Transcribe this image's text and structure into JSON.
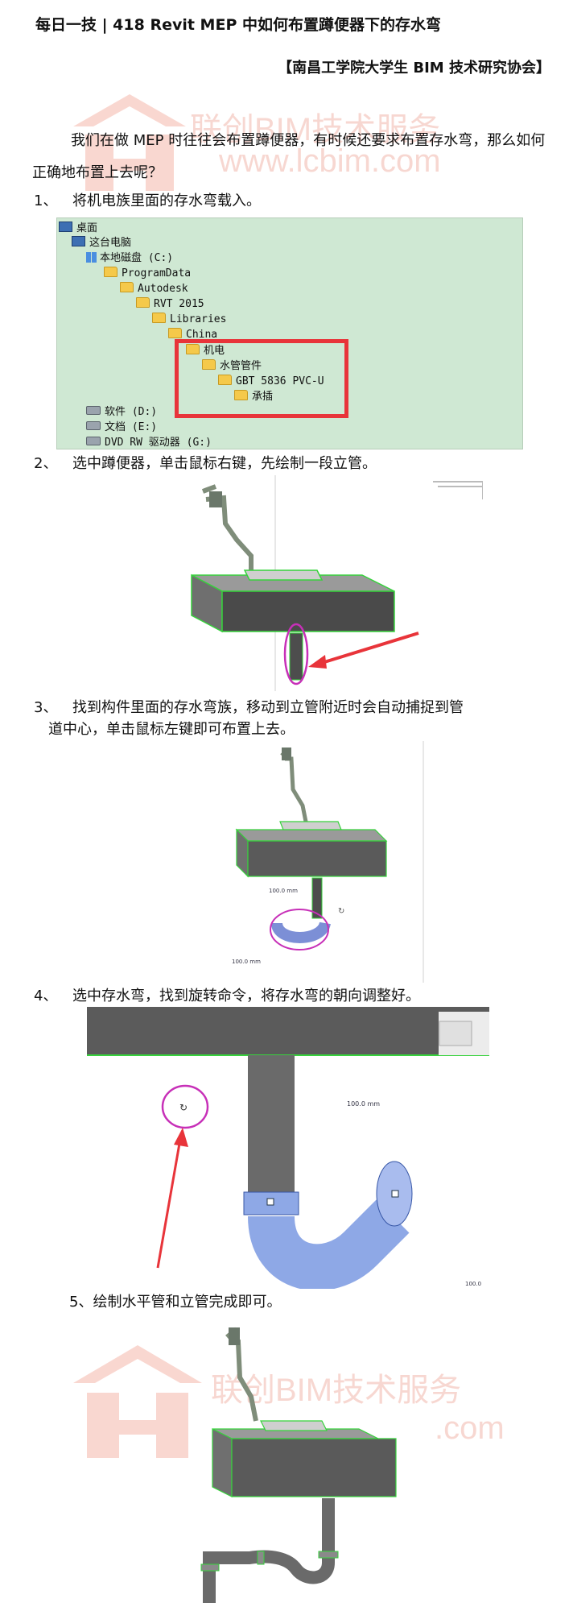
{
  "header": {
    "title": "每日一技 | 418 Revit MEP 中如何布置蹲便器下的存水弯",
    "organization": "【南昌工学院大学生 BIM 技术研究协会】"
  },
  "intro": "我们在做 MEP 时往往会布置蹲便器，有时候还要求布置存水弯，那么如何正确地布置上去呢？",
  "watermark": {
    "text_cn": "联创BIM技术服务",
    "text_url": "www.lcbim.com",
    "text_url_short": ".com"
  },
  "steps": [
    {
      "num": "1、",
      "text": "将机电族里面的存水弯载入。"
    },
    {
      "num": "2、",
      "text": "选中蹲便器，单击鼠标右键，先绘制一段立管。"
    },
    {
      "num": "3、",
      "text": "找到构件里面的存水弯族，移动到立管附近时会自动捕捉到管",
      "text_cont": "道中心，单击鼠标左键即可布置上去。"
    },
    {
      "num": "4、",
      "text": "选中存水弯，找到旋转命令，将存水弯的朝向调整好。"
    },
    {
      "num": "5、",
      "text": "绘制水平管和立管完成即可。"
    }
  ],
  "folder_tree": [
    "桌面",
    "这台电脑",
    "本地磁盘 (C:)",
    "ProgramData",
    "Autodesk",
    "RVT 2015",
    "Libraries",
    "China",
    "机电",
    "水管管件",
    "GBT 5836 PVC-U",
    "承插",
    "软件 (D:)",
    "文档 (E:)",
    "DVD RW 驱动器 (G:)"
  ],
  "dimensions": {
    "fig3_dim_a": "100.0 mm",
    "fig3_dim_b": "100.0 mm",
    "fig4_dim": "100.0 mm",
    "fig4_dim_cut": "100.0"
  },
  "colors": {
    "highlight_box": "#e8343a",
    "ellipse": "#c730b8",
    "arrow": "#e8343a",
    "tree_bg": "#cfe8d3",
    "edge_green": "#37d23c",
    "pipe_blue": "#8ea8e6"
  }
}
